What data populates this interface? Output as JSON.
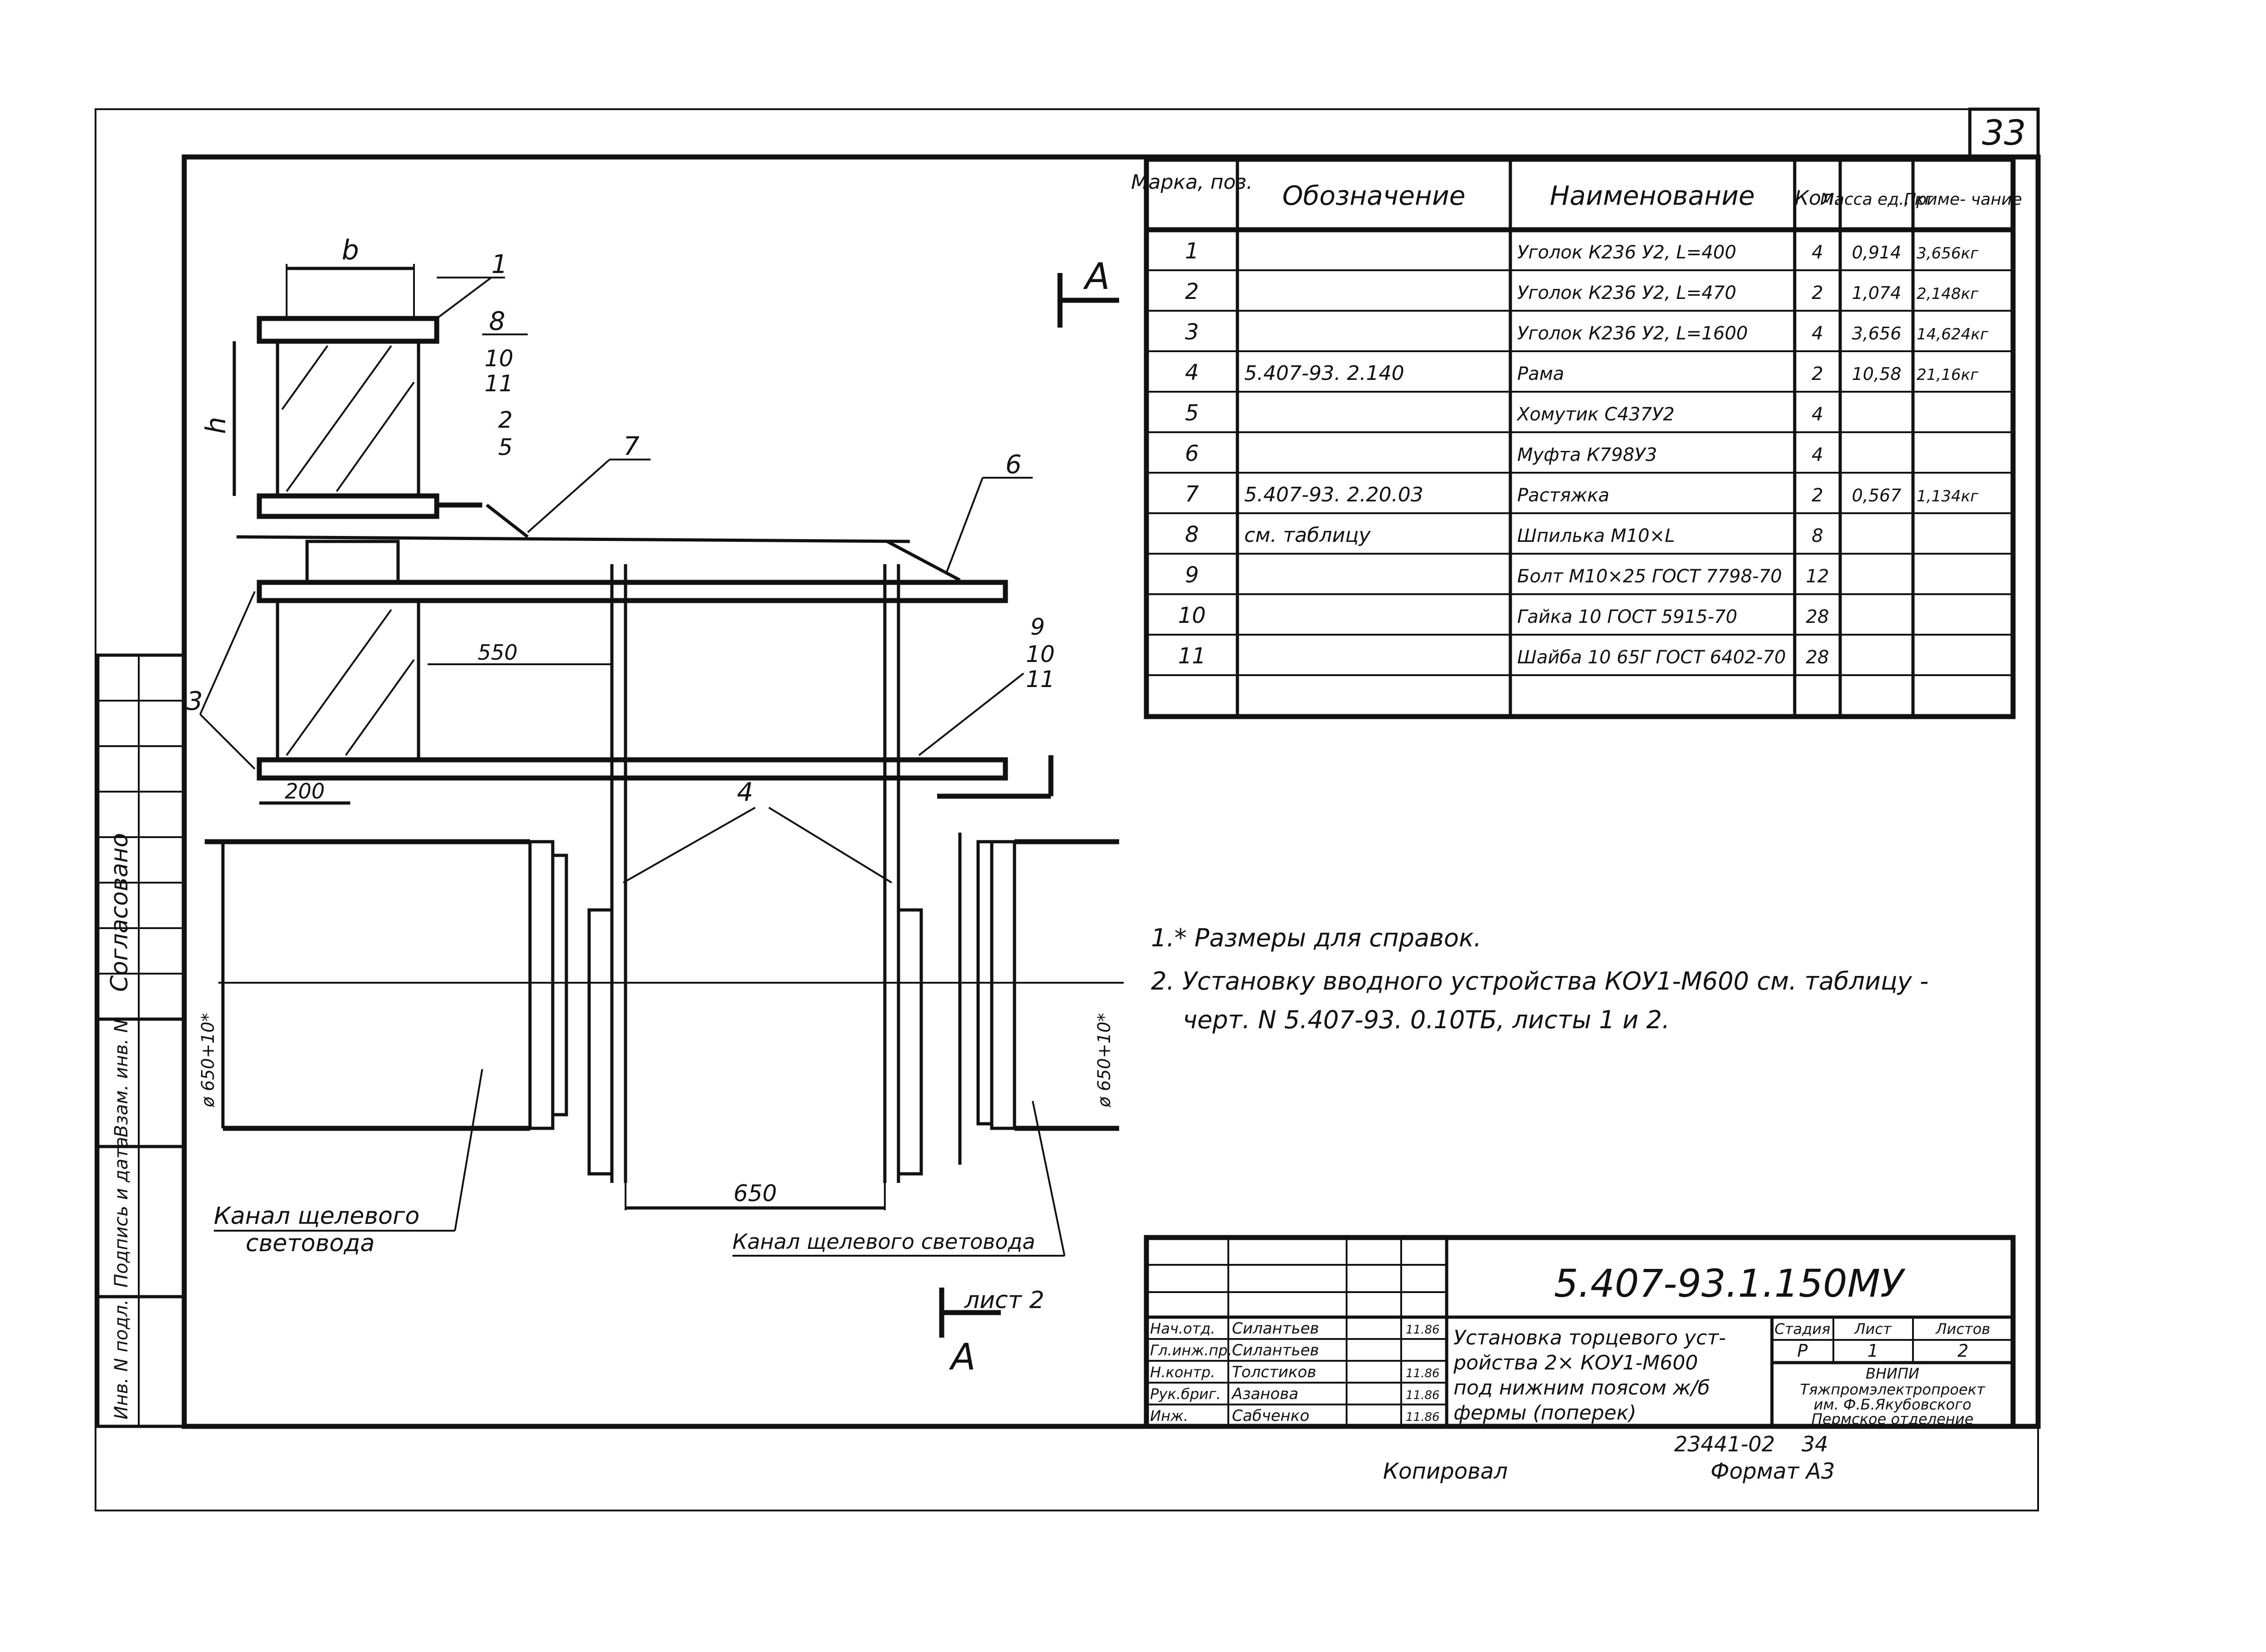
{
  "sheet_number": "33",
  "spec_table": {
    "headers": [
      "Марка, поз.",
      "Обозначение",
      "Наименование",
      "Кол.",
      "Масса ед., кг",
      "Приме- чание"
    ],
    "rows": [
      [
        "1",
        "",
        "Уголок К236 У2, L=400",
        "4",
        "0,914",
        "3,656кг"
      ],
      [
        "2",
        "",
        "Уголок К236 У2, L=470",
        "2",
        "1,074",
        "2,148кг"
      ],
      [
        "3",
        "",
        "Уголок К236 У2, L=1600",
        "4",
        "3,656",
        "14,624кг"
      ],
      [
        "4",
        "5.407-93. 2.140",
        "Рама",
        "2",
        "10,58",
        "21,16кг"
      ],
      [
        "5",
        "",
        "Хомутик С437У2",
        "4",
        "",
        ""
      ],
      [
        "6",
        "",
        "Муфта К798У3",
        "4",
        "",
        ""
      ],
      [
        "7",
        "5.407-93. 2.20.03",
        "Растяжка",
        "2",
        "0,567",
        "1,134кг"
      ],
      [
        "8",
        "см. таблицу",
        "Шпилька М10×L",
        "8",
        "",
        ""
      ],
      [
        "9",
        "",
        "Болт М10×25 ГОСТ 7798-70",
        "12",
        "",
        ""
      ],
      [
        "10",
        "",
        "Гайка 10 ГОСТ 5915-70",
        "28",
        "",
        ""
      ],
      [
        "11",
        "",
        "Шайба 10 65Г ГОСТ 6402-70",
        "28",
        "",
        ""
      ],
      [
        "",
        "",
        "",
        "",
        "",
        ""
      ]
    ]
  },
  "notes": [
    "1.* Размеры для справок.",
    "2. Установку вводного устройства КОУ1-М600  см. таблицу -",
    "черт. N 5.407-93. 0.10ТБ, листы 1 и 2."
  ],
  "drawing": {
    "section_mark": "А",
    "section_ref": "лист 2",
    "dim_b": "b",
    "dim_h": "h",
    "dim_550": "550",
    "dim_200": "200",
    "dim_650": "650",
    "dim_dia": "ø 650+10*",
    "pos_labels": [
      "1",
      "8",
      "10",
      "11",
      "2",
      "5",
      "7",
      "6",
      "4",
      "4",
      "9",
      "10",
      "11",
      "3"
    ],
    "channel_label_left": [
      "Канал щелевого",
      "световода"
    ],
    "channel_label_right": "Канал щелевого световода"
  },
  "side_stamp": {
    "agreed": "Согласовано",
    "inv_orig": "Инв. N подл.",
    "sign_date": "Подпись и дата",
    "inv_repl": "Взам. инв. N"
  },
  "title_block": {
    "doc_code": "5.407-93.1.150МУ",
    "title_lines": [
      "Установка торцевого уст-",
      "ройства 2× КОУ1-М600",
      "под нижним поясом ж/б",
      "фермы (поперек)"
    ],
    "stage_header": "Стадия",
    "sheet_header": "Лист",
    "sheets_header": "Листов",
    "stage": "Р",
    "sheet": "1",
    "sheets": "2",
    "org_lines": [
      "ВНИПИ",
      "Тяжпромэлектропроект",
      "им. Ф.Б.Якубовского",
      "Пермское отделение"
    ],
    "people": [
      {
        "role": "Нач.отд.",
        "name": "Силантьев",
        "date": "11.86"
      },
      {
        "role": "Гл.инж.пр.",
        "name": "Силантьев",
        "date": ""
      },
      {
        "role": "Н.контр.",
        "name": "Толстиков",
        "date": "11.86"
      },
      {
        "role": "Рук.бриг.",
        "name": "Азанова",
        "date": "11.86"
      },
      {
        "role": "Инж.",
        "name": "Сабченко",
        "date": "11.86"
      }
    ]
  },
  "bottom": {
    "order_number": "23441-02",
    "page_number": "34",
    "copied": "Копировал",
    "format": "Формат А3"
  }
}
